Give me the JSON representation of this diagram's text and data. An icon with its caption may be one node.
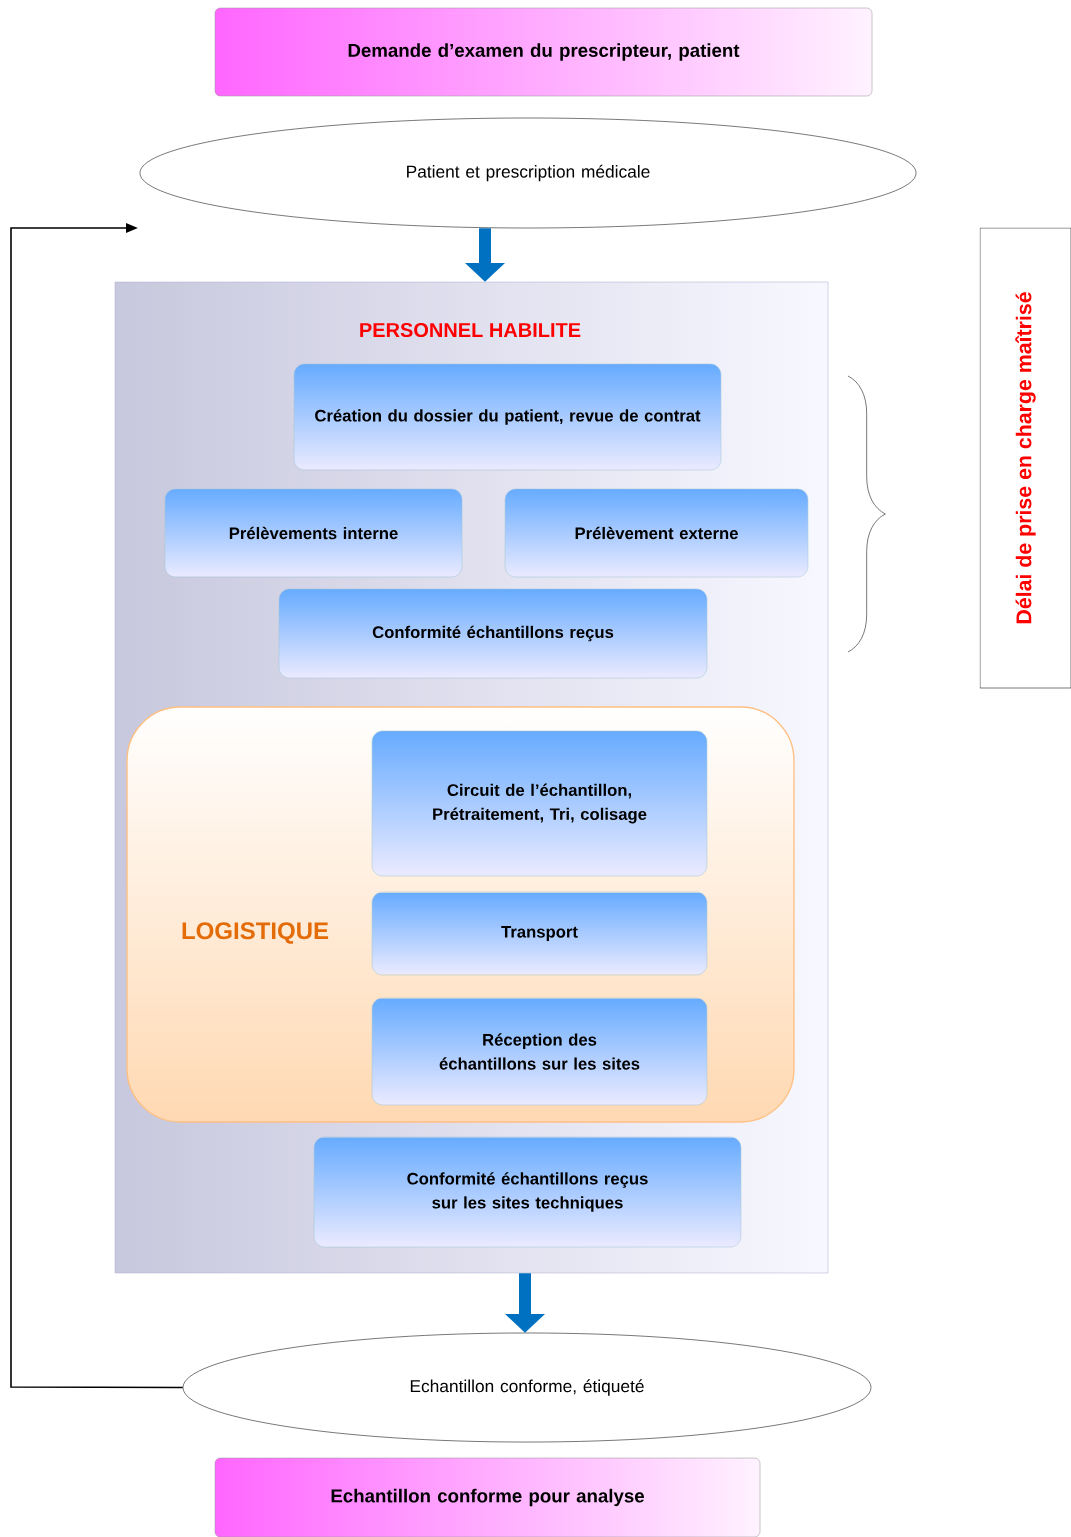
{
  "diagram": {
    "nodes": [
      {
        "text": [
          "Demande d’examen du prescripteur, patient"
        ]
      },
      {
        "text": [
          "Patient et prescription médicale"
        ]
      },
      {
        "text": [
          "PERSONNEL HABILITE"
        ]
      },
      {
        "text": [
          "Création du dossier du patient, revue de contrat"
        ],
        "in": 2
      },
      {
        "text": [
          "Prélèvements interne"
        ],
        "in": 2
      },
      {
        "text": [
          "Prélèvement externe"
        ],
        "in": 2
      },
      {
        "text": [
          "Conformité échantillons reçus"
        ],
        "in": 2
      },
      {
        "text": [
          "LOGISTIQUE"
        ],
        "in": 2
      },
      {
        "text": [
          "Circuit de l’échantillon, Prétraitement, Tri, colisage"
        ],
        "in": 7
      },
      {
        "text": [
          "Transport"
        ],
        "in": 7
      },
      {
        "text": [
          "Réception des échantillons sur les sites"
        ],
        "in": 7
      },
      {
        "text": [
          "Conformité échantillons reçus sur les sites techniques"
        ],
        "in": 2
      },
      {
        "text": [
          "Echantillon conforme, étiqueté"
        ]
      },
      {
        "text": [
          "Echantillon conforme pour analyse"
        ]
      },
      {
        "text": [
          "Délai de prise en charge maîtrisé"
        ]
      }
    ],
    "edges": [
      {
        "from": 1,
        "to": 2,
        "arrow": "to"
      },
      {
        "from": 2,
        "to": 12,
        "arrow": "to"
      },
      {
        "from": 12,
        "to": 1,
        "arrow": "to",
        "color": "#000000"
      }
    ]
  }
}
